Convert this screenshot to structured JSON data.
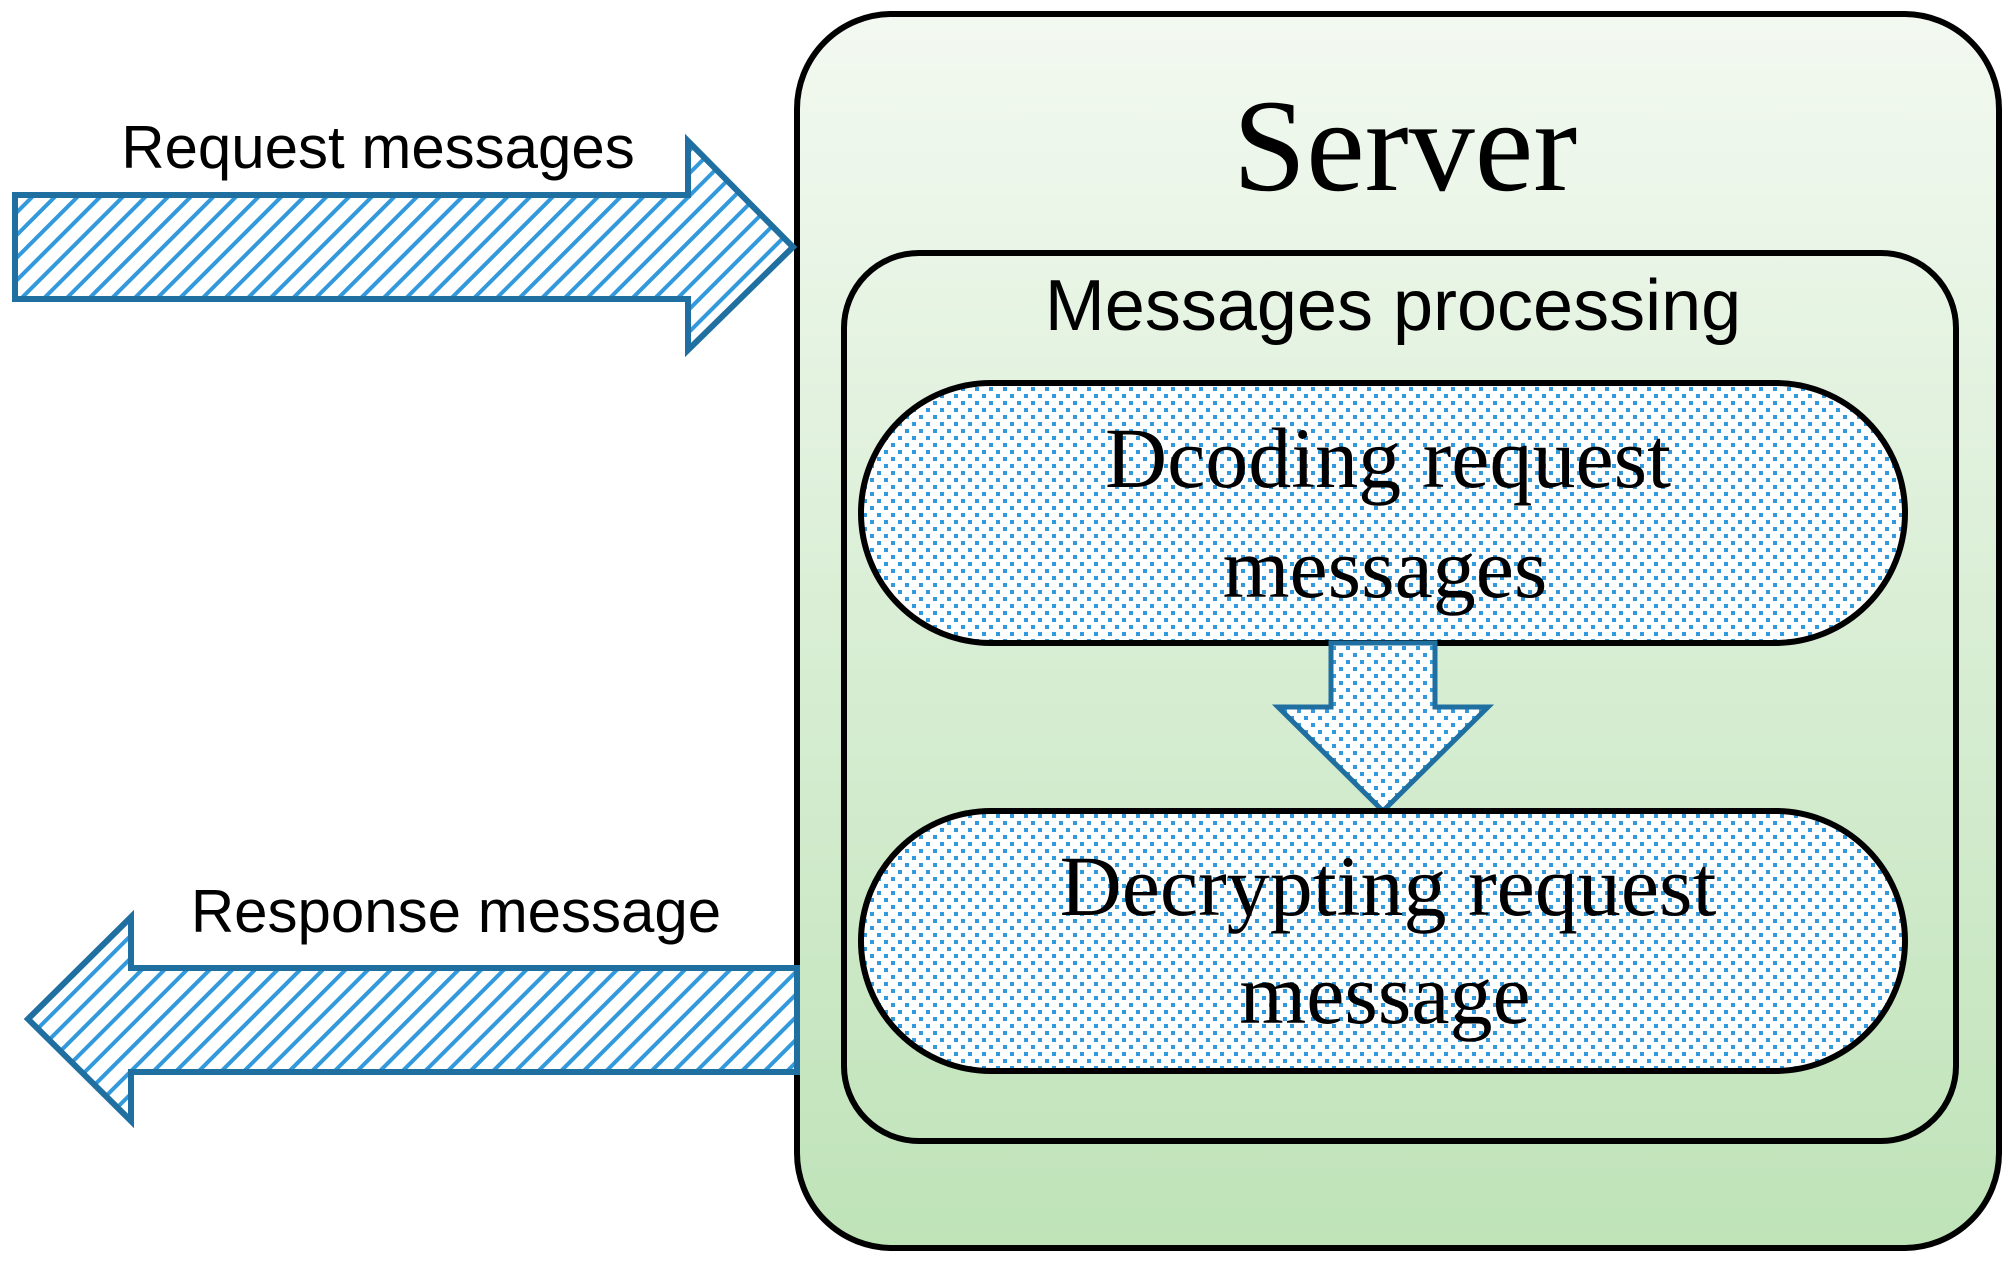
{
  "diagram": {
    "server_title": "Server",
    "processing_title": "Messages processing",
    "step1_line1": "Dcoding request",
    "step1_line2": "messages",
    "step2_line1": "Decrypting request",
    "step2_line2": "message",
    "request_label": "Request messages",
    "response_label": "Response message"
  },
  "colors": {
    "arrow_stroke": "#1f6fa0",
    "pattern_blue": "#3399dd",
    "server_fill_top": "#f3f9f1",
    "server_fill_bottom": "#bfe3b8",
    "outline": "#000000"
  }
}
